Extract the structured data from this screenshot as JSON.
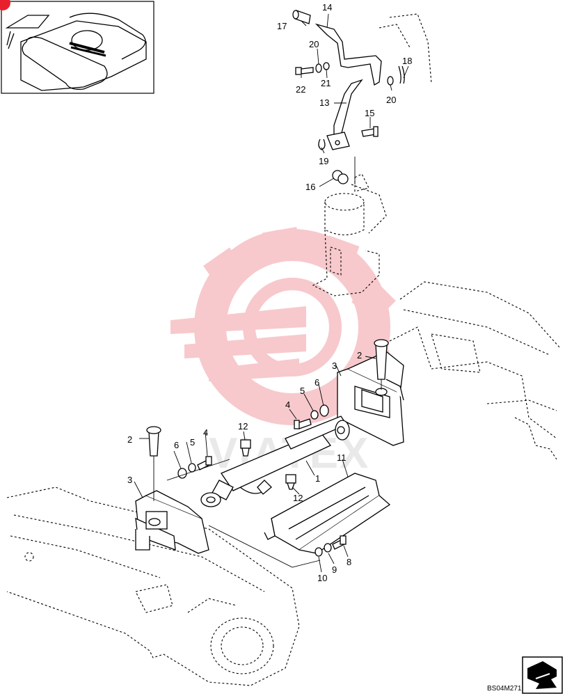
{
  "watermark_text": "VIATEX",
  "drawing_code": "BS04M271",
  "part_labels": [
    "1",
    "2",
    "2",
    "3",
    "3",
    "4",
    "4",
    "5",
    "5",
    "6",
    "6",
    "8",
    "9",
    "10",
    "11",
    "12",
    "12",
    "13",
    "14",
    "15",
    "16",
    "17",
    "18",
    "19",
    "20",
    "20",
    "21",
    "22"
  ],
  "colors": {
    "watermark_logo": "#f7c9cc",
    "corner_badge": "#e8202e",
    "ink": "#000000"
  },
  "icons": [
    "excavator-thumbnail-icon",
    "next-page-arrow-icon",
    "gear-logo-watermark-icon"
  ]
}
